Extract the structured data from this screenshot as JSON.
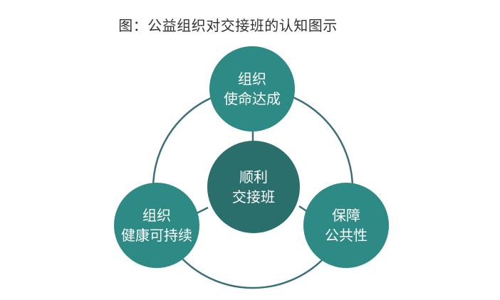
{
  "caption": "图：公益组织对交接班的认知图示",
  "colors": {
    "ring": "#3b6f79",
    "outer_node": "#2d8a84",
    "center_node": "#2a6f6c",
    "text": "#ffffff"
  },
  "nodes": {
    "center": {
      "line1": "顺利",
      "line2": "交接班"
    },
    "top": {
      "line1": "组织",
      "line2": "使命达成"
    },
    "left": {
      "line1": "组织",
      "line2": "健康可持续"
    },
    "right": {
      "line1": "保障",
      "line2": "公共性"
    }
  }
}
